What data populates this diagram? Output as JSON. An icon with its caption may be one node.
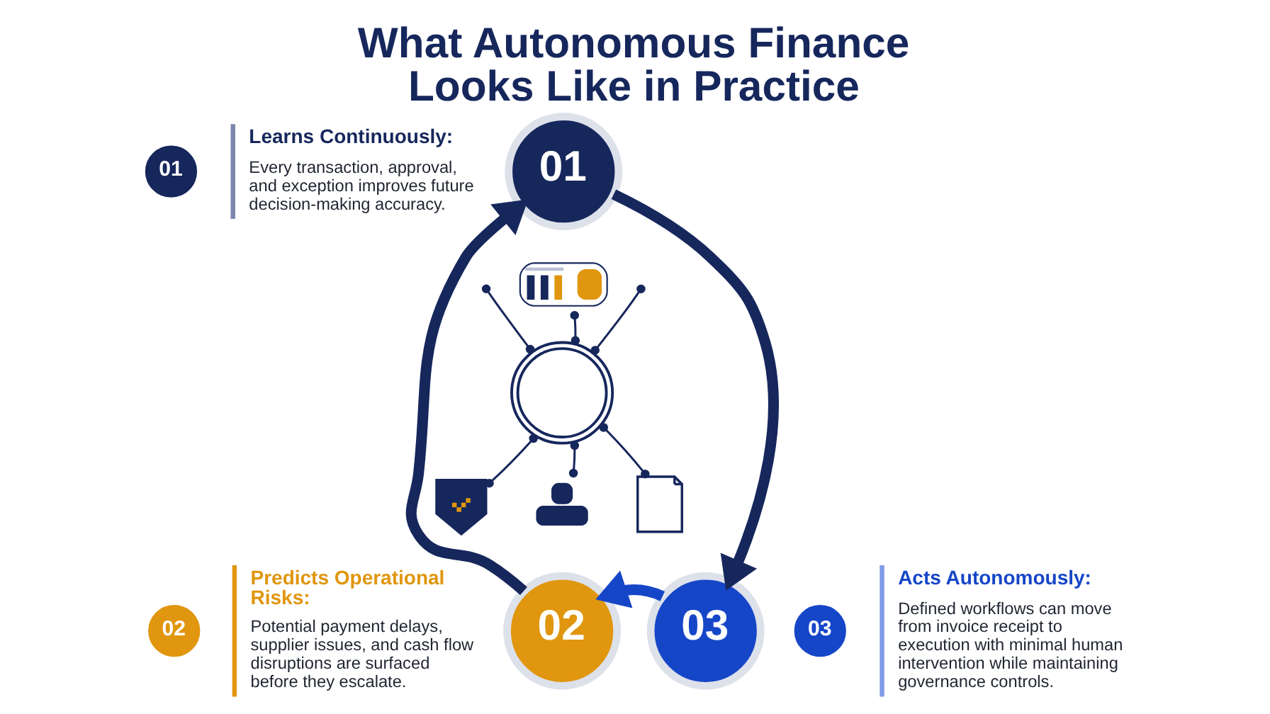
{
  "diagram": {
    "title": "What Autonomous Finance Looks Like in Practice",
    "nodes": [
      {
        "text": [
          "01"
        ],
        "beside": [
          "Learns Continuously:",
          "Every transaction, approval, and exception improves future decision-making accuracy."
        ]
      },
      {
        "text": [
          "01"
        ]
      },
      {
        "text": [],
        "shape": "picture"
      },
      {
        "text": [],
        "shape": "circle"
      },
      {
        "text": [
          "02"
        ],
        "beside": [
          "Predicts Operational Risks:",
          "Potential payment delays, supplier issues, and cash flow disruptions are surfaced before they escalate."
        ]
      },
      {
        "text": [],
        "shape": "picture"
      },
      {
        "text": [],
        "shape": "picture"
      },
      {
        "text": [
          "03"
        ],
        "beside": [
          "Acts Autonomously:",
          "Defined workflows can move from invoice receipt to execution with minimal human intervention while maintaining governance controls."
        ]
      },
      {
        "text": [],
        "shape": "person"
      },
      {
        "text": [
          "02"
        ]
      },
      {
        "text": [
          "03"
        ]
      }
    ],
    "edges": [
      {
        "from": 1,
        "to": 10,
        "arrow": "to",
        "style": "thick"
      },
      {
        "from": 10,
        "to": 9,
        "arrow": "to",
        "style": "thick",
        "color": "#1646c8"
      },
      {
        "from": 9,
        "to": 1,
        "arrow": "to",
        "style": "thick"
      },
      {
        "from": 3,
        "to": 2,
        "arrow": "other"
      },
      {
        "from": 3,
        "to": null,
        "arrow": "other"
      },
      {
        "from": 3,
        "to": null,
        "arrow": "other"
      },
      {
        "from": 3,
        "to": 5,
        "arrow": "other"
      },
      {
        "from": 3,
        "to": 6,
        "arrow": "other"
      },
      {
        "from": 3,
        "to": 8,
        "arrow": "other"
      }
    ]
  }
}
